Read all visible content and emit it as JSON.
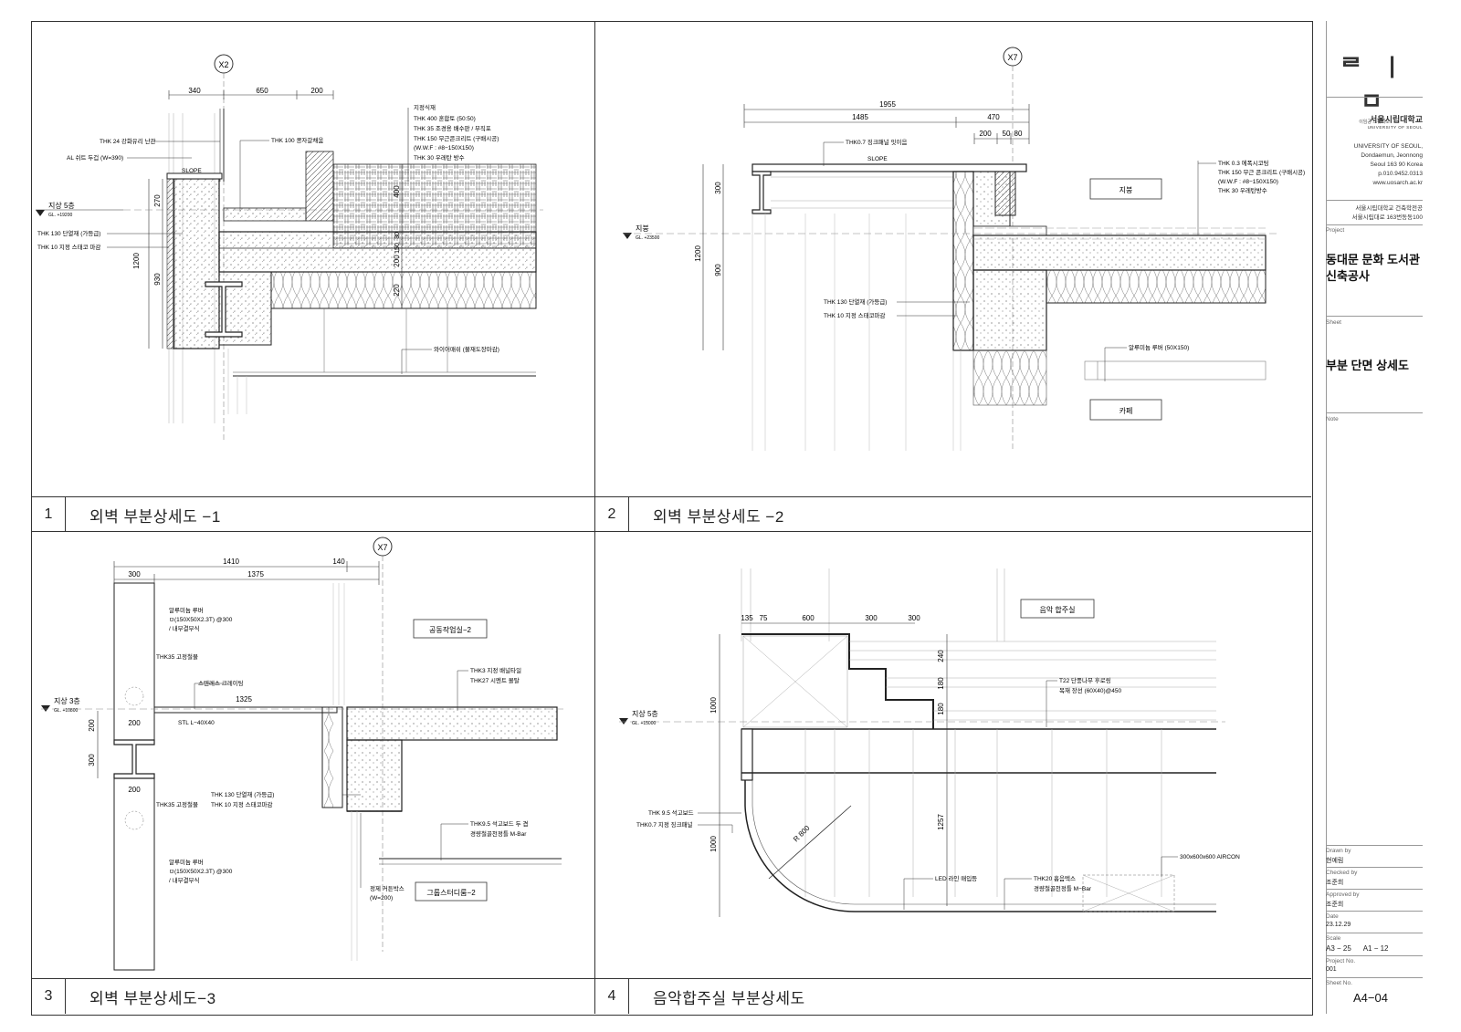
{
  "panels": [
    {
      "number": "1",
      "title": "외벽 부분상세도 −1"
    },
    {
      "number": "2",
      "title": "외벽 부분상세도 −2"
    },
    {
      "number": "3",
      "title": "외벽 부분상세도−3"
    },
    {
      "number": "4",
      "title": "음악합주실 부분상세도"
    }
  ],
  "detail1": {
    "grid": "X2",
    "dims_top": [
      "340",
      "650",
      "200"
    ],
    "dims_left": [
      "270",
      "1200",
      "930"
    ],
    "dims_inner": [
      "400",
      "30",
      "150",
      "35",
      "200",
      "220"
    ],
    "slope": "SLOPE",
    "level": "지상 5층",
    "level_sub": "GL. +19200",
    "notes_right": [
      "지정식재",
      "THK 400 혼합토 (50:50)",
      "THK 35 조경용 배수판 / 부직포",
      "THK 150 무근콘크리트 (구배시공)",
      "(W.W.F : #8−150X150)",
      "THK 30 우레탄 방수"
    ],
    "notes_left": [
      "THK 24 강화유리 난간",
      "AL 쉬트 두겁 (W=390)",
      "THK 130 단열재 (가등급)",
      "THK 10 지정 스태코 마감"
    ],
    "note_mid": "THK 100 콩자갈채움",
    "note_bottom": "와이어매쉬 (불재도장마감)"
  },
  "detail2": {
    "grid": "X7",
    "dims_top": [
      "1955",
      "1485",
      "470",
      "200",
      "50",
      "80"
    ],
    "dims_left": [
      "300",
      "1200",
      "900"
    ],
    "slope": "SLOPE",
    "level": "지붕",
    "level_sub": "GL. +23500",
    "note_top": "THK0.7 징크패널 잇이음",
    "notes_right": [
      "THK 0.3 에폭시코팅",
      "THK 150 무근 콘크리트 (구배시공)",
      "(W.W.F : #8−150X150)",
      "THK 30 우레탄방수"
    ],
    "notes_left": [
      "THK 130 단열재 (가등급)",
      "THK 10 지정 스태코마감"
    ],
    "note_bottom": "알루미늄 루버 (50X150)",
    "room_upper": "지붕",
    "room_lower": "카페"
  },
  "detail3": {
    "grid": "X7",
    "dims_top": [
      "1410",
      "140",
      "300",
      "1375"
    ],
    "dim_mid": "1325",
    "dims_left": [
      "200",
      "300"
    ],
    "dim_200a": "200",
    "dim_200b": "200",
    "level": "지상 3층",
    "level_sub": "GL. +10800",
    "notes": [
      "알루미늄 루버",
      "ㅁ(150X50X2.3T) @300",
      "/ 내부결부식",
      "THK35 고정철물",
      "스텐레스 크레이팅",
      "STL L−40X40",
      "THK 130 단열재 (가등급)",
      "THK 10 지정 스태코마감",
      "THK35 고정철물",
      "알루미늄 루버",
      "ㅁ(150X50X2.3T) @300",
      "/ 내부결부식",
      "THK3 지정 배널타일",
      "THK27 시멘트 몰탈",
      "THK9.5 석고보드 두 겹",
      "경량철골천정틀 M-Bar",
      "정제 커튼박스",
      "(W=200)"
    ],
    "room_upper": "공동작업실−2",
    "room_lower": "그룹스터디룸−2"
  },
  "detail4": {
    "dims_top": [
      "135",
      "75",
      "600",
      "300",
      "300"
    ],
    "dims_left": [
      "1000",
      "1000"
    ],
    "dims_inner": [
      "240",
      "180",
      "180",
      "1257"
    ],
    "radius": "R 800",
    "level": "지상 5층",
    "level_sub": "GL. +15000",
    "room": "음악 합주실",
    "notes": [
      "T22 단풍나무 후로링",
      "목재 장선 (60X40)@450",
      "THK 9.5 석고보드",
      "THK0.7 지정 징크패널",
      "LED 라인 매입등",
      "THK20 흡음텍스",
      "경량철골천정틀 M−Bar",
      "300x600x600 AIRCON"
    ]
  },
  "titleblock": {
    "logo_mark": "ᄅ ㅣ ㅁ",
    "logo_sub": "이임공 스튜디오",
    "univ_kr": "서울시립대학교",
    "univ_en": "UNIVERSITY OF SEOUL",
    "address": [
      "UNIVERSITY OF SEOUL,",
      "Dondaemun, Jeonnong",
      "Seoul 163 90 Korea",
      "p.010.9452.0313",
      "www.uosarch.ac.kr"
    ],
    "address_kr": [
      "서울시립대학교 건축학전공",
      "서울시립대로 163번동동100"
    ],
    "project_label": "Project",
    "project_name": [
      "동대문 문화 도서관",
      "신축공사"
    ],
    "sheet_label": "Sheet",
    "sheet_name": "부분 단면 상세도",
    "note_label": "Note",
    "drawn_label": "Drawn by",
    "drawn_value": "현예림",
    "checked_label": "Checked by",
    "checked_value": "조준희",
    "approved_label": "Approved by",
    "approved_value": "조준희",
    "date_label": "Date",
    "date_value": "23.12.29",
    "scale_label": "Scale",
    "scale_value": "A3 − 25      A1 − 12",
    "projno_label": "Project No.",
    "projno_value": "001",
    "sheetno_label": "Sheet No.",
    "sheetno_value": "A4−04"
  }
}
